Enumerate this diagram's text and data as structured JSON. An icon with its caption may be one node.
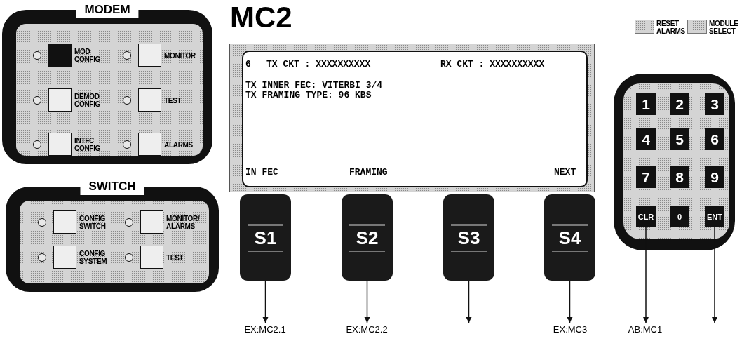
{
  "diagram": {
    "title": "MC2",
    "nodes": [
      {
        "text": [
          "MODEM"
        ]
      },
      {
        "text": [
          "MOD CONFIG"
        ],
        "in": 0
      },
      {
        "text": [
          "MONITOR"
        ],
        "in": 0
      },
      {
        "text": [
          "DEMOD CONFIG"
        ],
        "in": 0
      },
      {
        "text": [
          "TEST"
        ],
        "in": 0
      },
      {
        "text": [
          "INTFC CONFIG"
        ],
        "in": 0
      },
      {
        "text": [
          "ALARMS"
        ],
        "in": 0
      },
      {
        "text": [
          "SWITCH"
        ]
      },
      {
        "text": [
          "CONFIG SWITCH"
        ],
        "in": 7
      },
      {
        "text": [
          "MONITOR/ ALARMS"
        ],
        "in": 7
      },
      {
        "text": [
          "CONFIG SYSTEM"
        ],
        "in": 7
      },
      {
        "text": [
          "TEST"
        ],
        "in": 7
      },
      {
        "text": [
          "6",
          "TX CKT : XXXXXXXXXX",
          "RX CKT : XXXXXXXXXX",
          "TX INNER FEC: VITERBI 3/4",
          "TX FRAMING TYPE: 96 KBS",
          "IN FEC",
          "FRAMING",
          "NEXT"
        ]
      },
      {
        "text": [
          "S1"
        ]
      },
      {
        "text": [
          "S2"
        ]
      },
      {
        "text": [
          "S3"
        ]
      },
      {
        "text": [
          "S4"
        ]
      },
      {
        "text": [
          "RESET ALARMS"
        ]
      },
      {
        "text": [
          "MODULE SELECT"
        ]
      },
      {
        "text": [],
        "shape": "box"
      },
      {
        "text": [
          "1"
        ],
        "in": 19
      },
      {
        "text": [
          "2"
        ],
        "in": 19
      },
      {
        "text": [
          "3"
        ],
        "in": 19
      },
      {
        "text": [
          "4"
        ],
        "in": 19
      },
      {
        "text": [
          "5"
        ],
        "in": 19
      },
      {
        "text": [
          "6"
        ],
        "in": 19
      },
      {
        "text": [
          "7"
        ],
        "in": 19
      },
      {
        "text": [
          "8"
        ],
        "in": 19
      },
      {
        "text": [
          "9"
        ],
        "in": 19
      },
      {
        "text": [
          "CLR"
        ],
        "in": 19
      },
      {
        "text": [
          "0"
        ],
        "in": 19
      },
      {
        "text": [
          "ENT"
        ],
        "in": 19
      },
      {
        "text": [
          "EX:MC2.1"
        ]
      },
      {
        "text": [
          "EX:MC2.2"
        ]
      },
      {
        "text": [
          "EX:MC3"
        ]
      },
      {
        "text": [
          "AB:MC1"
        ]
      }
    ],
    "edges": [
      {
        "from": 13,
        "to": 32,
        "arrow": "to"
      },
      {
        "from": 14,
        "to": 33,
        "arrow": "to"
      },
      {
        "from": 15,
        "to": null,
        "arrow": "to"
      },
      {
        "from": 16,
        "to": 34,
        "arrow": "to"
      },
      {
        "from": 29,
        "to": 35,
        "arrow": "to"
      },
      {
        "from": 31,
        "to": null,
        "arrow": "to"
      }
    ]
  }
}
